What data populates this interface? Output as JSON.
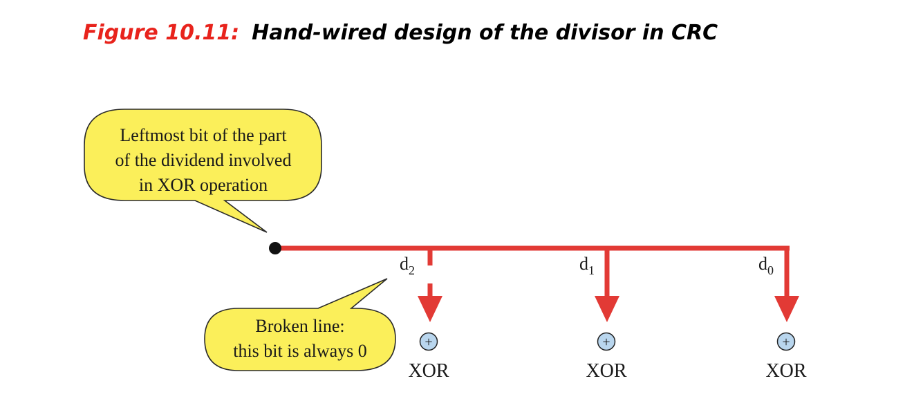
{
  "title": {
    "figure_label": "Figure 10.11:",
    "caption": "Hand-wired design of the divisor in CRC"
  },
  "callouts": {
    "top": [
      "Leftmost bit of the part",
      "of the dividend involved",
      "in XOR operation"
    ],
    "bottom": [
      "Broken line:",
      "this bit is always 0"
    ]
  },
  "taps": [
    {
      "label": "d",
      "sub": "2",
      "xor": "XOR",
      "broken": true
    },
    {
      "label": "d",
      "sub": "1",
      "xor": "XOR",
      "broken": false
    },
    {
      "label": "d",
      "sub": "0",
      "xor": "XOR",
      "broken": false
    }
  ],
  "xor_symbol": "+",
  "colors": {
    "wire": "#e23a35",
    "callout_fill": "#fbef5a",
    "xor_fill": "#b9d6ee",
    "figure_label": "#e8231c"
  }
}
